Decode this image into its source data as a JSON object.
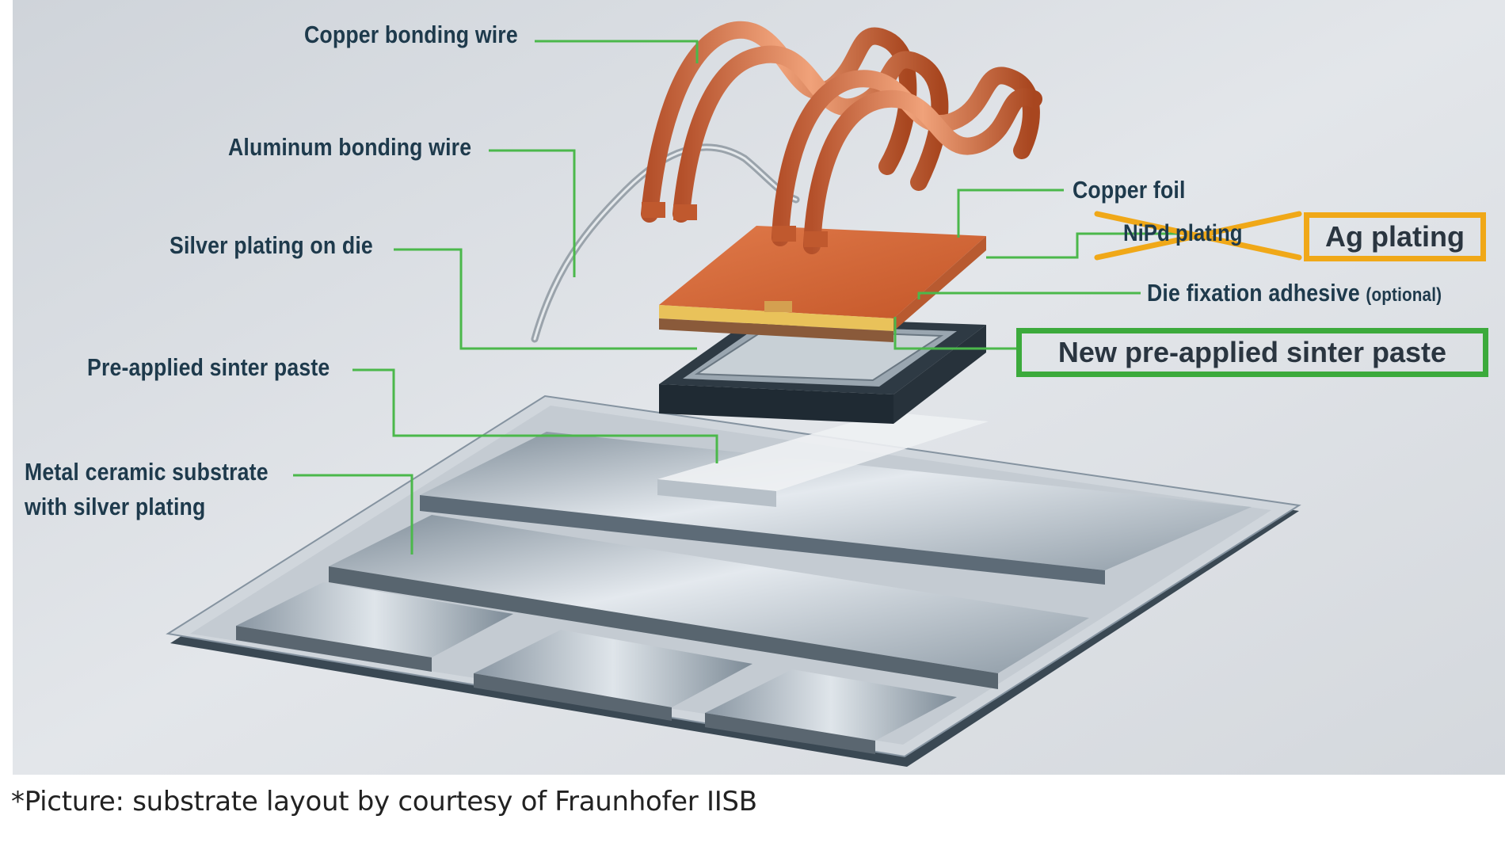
{
  "labels": {
    "copper_bonding_wire": "Copper bonding wire",
    "aluminum_bonding_wire": "Aluminum bonding wire",
    "silver_plating_on_die": "Silver plating on die",
    "pre_applied_sinter_paste": "Pre-applied sinter paste",
    "metal_ceramic_substrate_line1": "Metal ceramic substrate",
    "metal_ceramic_substrate_line2": "with silver plating",
    "copper_foil": "Copper foil",
    "nipd_plating_struck": "NiPd plating",
    "die_fixation_adhesive": "Die fixation adhesive",
    "die_fixation_optional": "(optional)"
  },
  "callouts": {
    "ag_plating": "Ag plating",
    "new_sinter_paste": "New pre-applied sinter paste"
  },
  "caption": "*Picture: substrate layout by courtesy of Fraunhofer IISB",
  "colors": {
    "background": "#d9dde2",
    "leader_line": "#4bb84b",
    "label_text": "#1e3a4c",
    "ag_box_border": "#f0a818",
    "sinter_box_border": "#3caa3c",
    "copper": "#d4653a"
  }
}
